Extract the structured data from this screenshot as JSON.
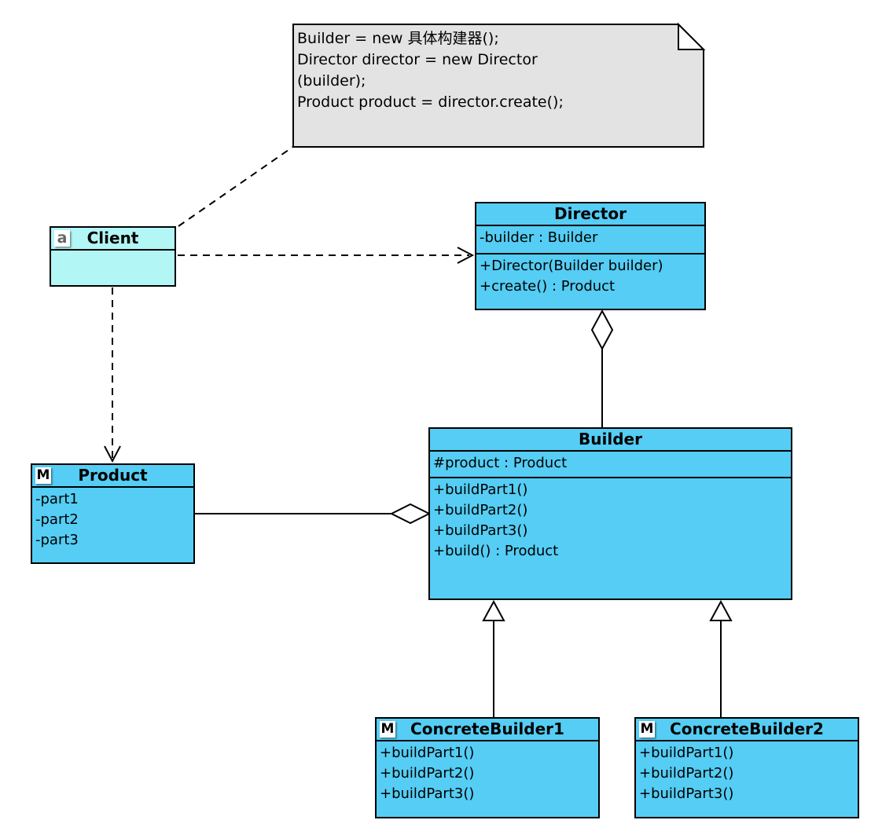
{
  "colors": {
    "class-fill": "#55CDF4",
    "client-fill": "#B3F6F6",
    "note-fill": "#E3E3E3",
    "line": "#000000",
    "background": "#FFFFFF"
  },
  "note": {
    "lines": [
      "Builder = new 具体构建器();",
      "Director director = new Director",
      "(builder);",
      "Product product = director.create();"
    ]
  },
  "classes": {
    "client": {
      "badge": "a",
      "title": "Client"
    },
    "director": {
      "title": "Director",
      "attributes": [
        "-builder : Builder"
      ],
      "methods": [
        "+Director(Builder builder)",
        "+create() : Product"
      ]
    },
    "product": {
      "badge": "M",
      "title": "Product",
      "attributes": [
        "-part1",
        "-part2",
        "-part3"
      ]
    },
    "builder": {
      "title": "Builder",
      "attributes": [
        "#product : Product"
      ],
      "methods": [
        "+buildPart1()",
        "+buildPart2()",
        "+buildPart3()",
        "+build() : Product"
      ]
    },
    "concreteBuilder1": {
      "badge": "M",
      "title": "ConcreteBuilder1",
      "methods": [
        "+buildPart1()",
        "+buildPart2()",
        "+buildPart3()"
      ]
    },
    "concreteBuilder2": {
      "badge": "M",
      "title": "ConcreteBuilder2",
      "methods": [
        "+buildPart1()",
        "+buildPart2()",
        "+buildPart3()"
      ]
    }
  },
  "relationships": [
    {
      "type": "note-anchor",
      "from": "Client",
      "to": "note"
    },
    {
      "type": "dependency",
      "from": "Client",
      "to": "Director"
    },
    {
      "type": "dependency",
      "from": "Client",
      "to": "Product"
    },
    {
      "type": "aggregation",
      "owner": "Director",
      "part": "Builder"
    },
    {
      "type": "aggregation",
      "owner": "Builder",
      "part": "Product"
    },
    {
      "type": "generalization",
      "from": "ConcreteBuilder1",
      "to": "Builder"
    },
    {
      "type": "generalization",
      "from": "ConcreteBuilder2",
      "to": "Builder"
    }
  ]
}
